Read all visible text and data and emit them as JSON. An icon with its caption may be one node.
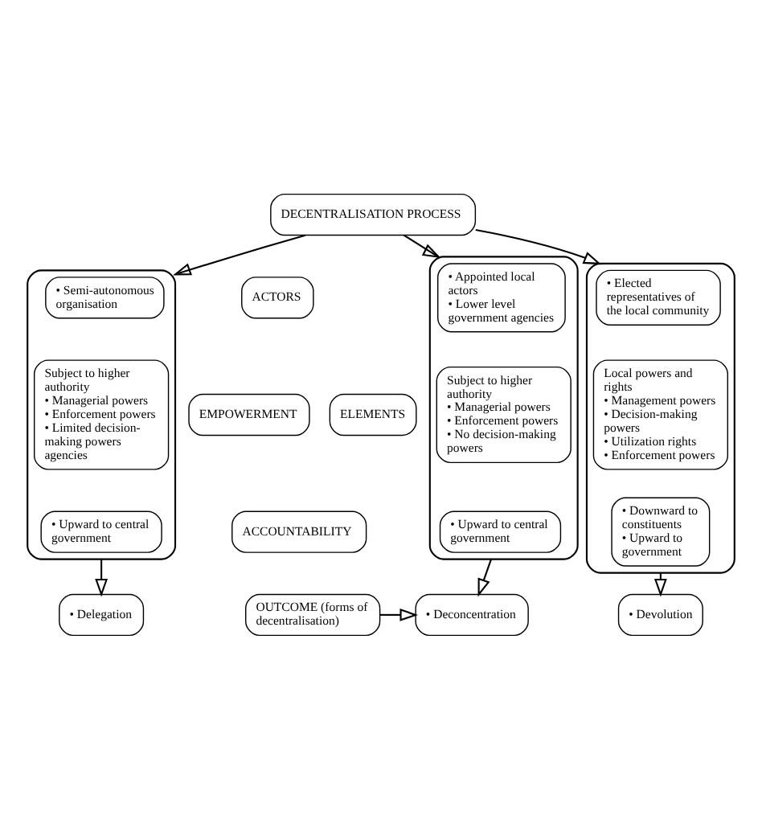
{
  "diagram": {
    "nodes": [
      {
        "text": [
          "DECENTRALISATION PROCESS"
        ]
      },
      {
        "text": [
          "ELEMENTS"
        ]
      },
      {
        "text": [
          "ACTORS"
        ]
      },
      {
        "text": [
          "EMPOWERMENT"
        ]
      },
      {
        "text": [
          "ACCOUNTABILITY"
        ]
      },
      {
        "text": [],
        "shape": "box"
      },
      {
        "text": [
          "• Appointed local actors",
          "• Lower level government agencies"
        ],
        "in": 5
      },
      {
        "text": [
          "Subject to higher authority",
          "• Managerial powers",
          "• Enforcement powers",
          "• No decision-making powers"
        ],
        "in": 5
      },
      {
        "text": [
          "• Upward to central government"
        ],
        "in": 5
      },
      {
        "text": [],
        "shape": "box"
      },
      {
        "text": [
          "• Semi-autonomous organisation"
        ],
        "in": 9
      },
      {
        "text": [
          "Subject to higher authority",
          "• Managerial powers",
          "• Enforcement powers",
          "• Limited decision-making powers agencies"
        ],
        "in": 9
      },
      {
        "text": [
          "• Upward to central government"
        ],
        "in": 9
      },
      {
        "text": [],
        "shape": "box"
      },
      {
        "text": [
          "• Elected representatives of the local community"
        ],
        "in": 13
      },
      {
        "text": [
          "Local powers and rights",
          "• Management powers",
          "• Decision-making powers",
          "• Utilization rights",
          "• Enforcement powers"
        ],
        "in": 13
      },
      {
        "text": [
          "• Downward to constituents",
          "• Upward to government"
        ],
        "in": 13
      },
      {
        "text": [
          "OUTCOME (forms of decentralisation)"
        ]
      },
      {
        "text": [
          "• Deconcentration"
        ]
      },
      {
        "text": [
          "• Delegation"
        ]
      },
      {
        "text": [
          "• Devolution"
        ]
      }
    ],
    "edges": [
      {
        "from": 0,
        "to": 5,
        "arrow": "to"
      },
      {
        "from": 0,
        "to": 9,
        "arrow": "to"
      },
      {
        "from": 0,
        "to": 13,
        "arrow": "to"
      },
      {
        "from": 5,
        "to": 18,
        "arrow": "to"
      },
      {
        "from": 9,
        "to": 19,
        "arrow": "to"
      },
      {
        "from": 13,
        "to": 20,
        "arrow": "to"
      },
      {
        "from": 17,
        "to": 18,
        "arrow": "to"
      }
    ]
  }
}
